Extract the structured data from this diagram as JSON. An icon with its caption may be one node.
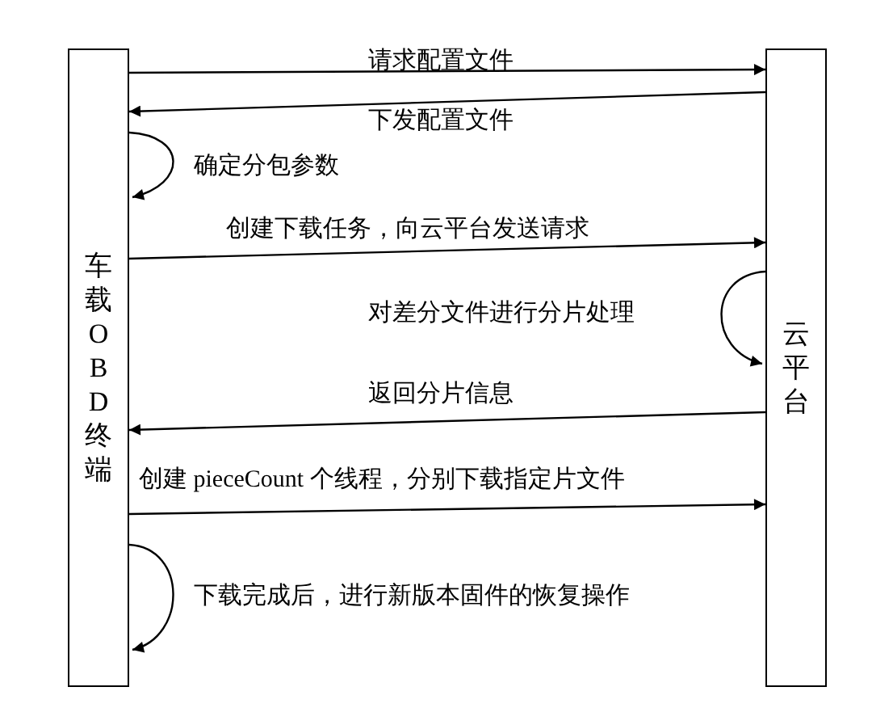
{
  "diagram": {
    "nodes": [
      {
        "text": [
          "车载OBD终端"
        ]
      },
      {
        "text": [
          "云平台"
        ]
      }
    ],
    "edges": [
      {
        "from": 0,
        "to": 1,
        "arrow": "to",
        "label": "请求配置文件"
      },
      {
        "from": 1,
        "to": 0,
        "arrow": "to",
        "label": "下发配置文件"
      },
      {
        "from": 0,
        "to": 0,
        "arrow": "to",
        "label": "确定分包参数"
      },
      {
        "from": 0,
        "to": 1,
        "arrow": "to",
        "label": "创建下载任务，向云平台发送请求"
      },
      {
        "from": 1,
        "to": 1,
        "arrow": "to",
        "label": "对差分文件进行分片处理"
      },
      {
        "from": 1,
        "to": 0,
        "arrow": "to",
        "label": "返回分片信息"
      },
      {
        "from": 0,
        "to": 1,
        "arrow": "to",
        "label": "创建 pieceCount 个线程，分别下载指定片文件"
      },
      {
        "from": 0,
        "to": 0,
        "arrow": "to",
        "label": "下载完成后，进行新版本固件的恢复操作"
      }
    ]
  }
}
